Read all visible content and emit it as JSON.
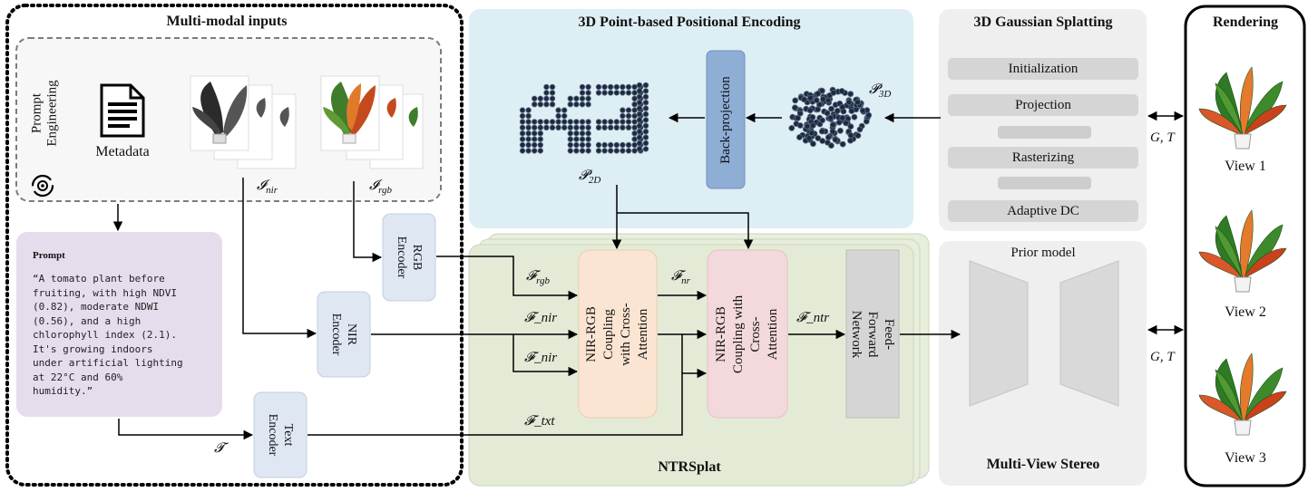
{
  "inputs": {
    "title": "Multi-modal inputs",
    "prompt_engineering": "Prompt Engineering",
    "metadata_label": "Metadata",
    "i_nir": "𝓘",
    "i_nir_sub": "nir",
    "i_rgb": "𝓘",
    "i_rgb_sub": "rgb"
  },
  "prompt": {
    "heading": "Prompt",
    "text": "“A tomato plant before\nfruiting, with high NDVI\n(0.82), moderate NDWI\n(0.56), and a high\nchlorophyll index (2.1).\nIt's growing indoors\nunder artificial lighting\nat 22°C and 60%\nhumidity.”"
  },
  "encoders": {
    "rgb": "RGB Encoder",
    "nir": "NIR Encoder",
    "text": "Text Encoder"
  },
  "pe": {
    "title": "3D Point-based Positional Encoding",
    "back_projection": "Back-projection",
    "p3d": "𝓟",
    "p3d_sub": "3D",
    "p2d": "𝓟",
    "p2d_sub": "2D"
  },
  "ntr": {
    "title": "NTRSplat",
    "coupling1": "NIR-RGB Coupling with Cross-Attention",
    "coupling2": "NIR-RGB Coupling with Cross-Attention",
    "ffn": "Feed-Forward Network",
    "f_rgb": "𝓕",
    "f_rgb_sub": "rgb",
    "f_nr": "𝓕",
    "f_nr_sub": "nr",
    "f_nir_1": "𝓕_nir",
    "f_nir_2": "𝓕_nir",
    "f_ntr": "𝓕_ntr",
    "f_txt": "𝓕_txt",
    "t_label": "𝓣"
  },
  "gs": {
    "title": "3D Gaussian Splatting",
    "steps": [
      "Initialization",
      "Projection",
      "Rasterizing",
      "Adaptive DC"
    ]
  },
  "mvs": {
    "title": "Multi-View Stereo",
    "prior": "Prior model"
  },
  "gt_label_1": "G, T",
  "gt_label_2": "G, T",
  "rendering": {
    "title": "Rendering",
    "views": [
      "View 1",
      "View 2",
      "View 3"
    ]
  }
}
